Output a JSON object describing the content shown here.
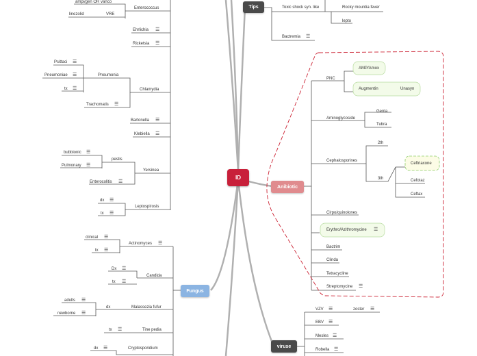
{
  "colors": {
    "central": "#c8203a",
    "antibiotic": "#e08b8e",
    "fungus": "#8bb4e2",
    "dark_topic": "#4a4a4a",
    "line": "#555555",
    "spoke": "#b0b0b0",
    "boundary": "#cc2233",
    "highlight_fill": "#f3fbe9",
    "highlight_border": "#b8dca0",
    "ceftriaxone_fill": "#fcfce6",
    "ceftriaxone_border": "#8ccc6a"
  },
  "central": "ID",
  "topics": {
    "tips": "Tips",
    "antibiotic": "Anibiotic",
    "fungus": "Fungus",
    "viruse": "viruse"
  },
  "tips": {
    "toxic": "Toxic shock syn. like",
    "rmsf": "Rocky mountia fever",
    "lepto": "lepto",
    "bactremia": "Bactremia"
  },
  "bacteria": {
    "ampi": "ampi/gen OR vanco",
    "linezolid": "linezolid",
    "vre": "VRE",
    "enterococcus": "Enterococcus",
    "ehrlichia": "Ehrlichia",
    "rickets": "Ricketsia",
    "psittaci": "Psittaci",
    "pneumoniae": "Pneumoniae",
    "tx": "tx",
    "pneumonia": "Pneumonia",
    "chlamydia": "Chlamydia",
    "trachomatis": "Trachomatis",
    "bartonella": "Bartonella",
    "klebiella": "Klebiella",
    "bubbionic": "bubbionic",
    "pulmonary": "Pulmonary",
    "pestis": "pestis",
    "enterocolitis": "Enterocolitis",
    "yersinea": "Yersinea",
    "dx": "dx",
    "tx2": "tx",
    "leptospirosis": "Leptospirosis"
  },
  "antibiotic": {
    "pnc": "PNC",
    "amp": "AMP/Amox",
    "augmentin": "Augmentin",
    "unasyn": "Unasyn",
    "aminoglycoside": "Aminoglycoside",
    "genta": "Genta",
    "tubra": "Tubra",
    "cephalosporines": "Cephalosporines",
    "gen2": "2th",
    "gen3": "3th",
    "ceftriaxone": "Ceftriaxone",
    "cefotaz": "Cefotaz",
    "ceftax": "Ceftax",
    "cipro": "Cirpo/quinolones",
    "erythro": "Erythro/Azithromycine",
    "bactrim": "Bactrim",
    "clinda": "Clinda",
    "tetracycline": "Tetracycline",
    "streptomycine": "Streptomycine"
  },
  "fungus": {
    "clinical": "clinical",
    "tx": "tx",
    "actinomyces": "Actinomyces",
    "dx": "Dx",
    "tx2": "tx",
    "candida": "Candida",
    "adults": "adults",
    "newborne": "newborne",
    "dx3": "dx",
    "malassezia": "Malassezia fufur",
    "tx4": "tx",
    "tinea": "Tine pedia",
    "dx5": "dx",
    "crypto": "Cryptosporidium"
  },
  "virus": {
    "vzv": "VZV",
    "zoster": "zoster",
    "ebv": "EBV",
    "measles": "Mesles",
    "rubella": "Robella"
  },
  "icons": {
    "note": "note-icon"
  }
}
